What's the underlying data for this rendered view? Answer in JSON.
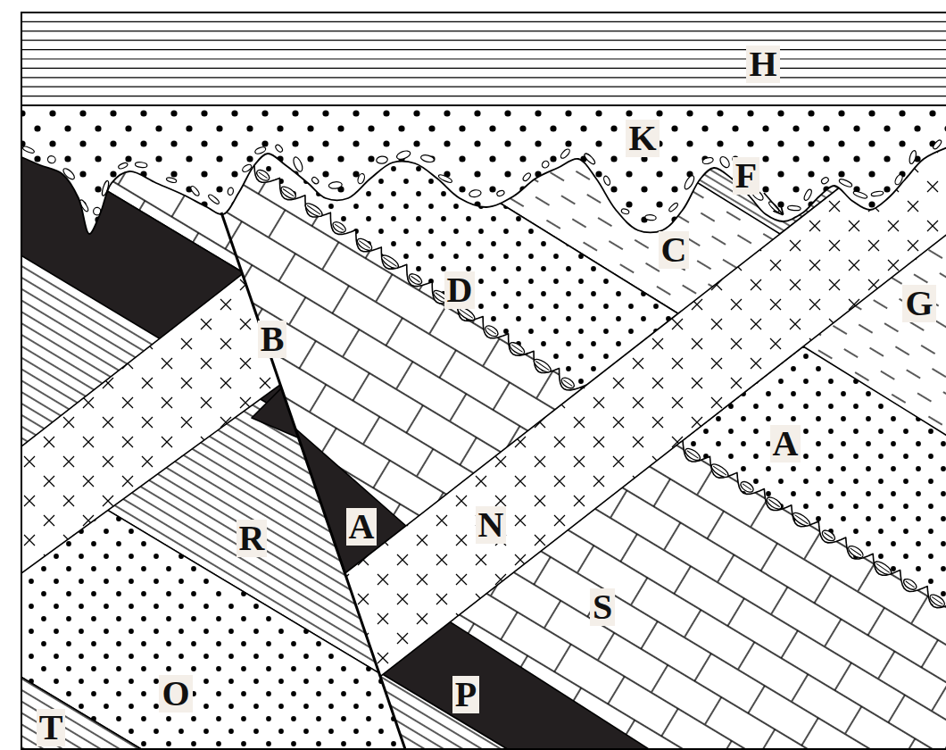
{
  "diagram": {
    "labels": [
      "H",
      "K",
      "F",
      "C",
      "D",
      "G",
      "B",
      "A",
      "R",
      "A",
      "N",
      "S",
      "O",
      "P",
      "T"
    ]
  }
}
